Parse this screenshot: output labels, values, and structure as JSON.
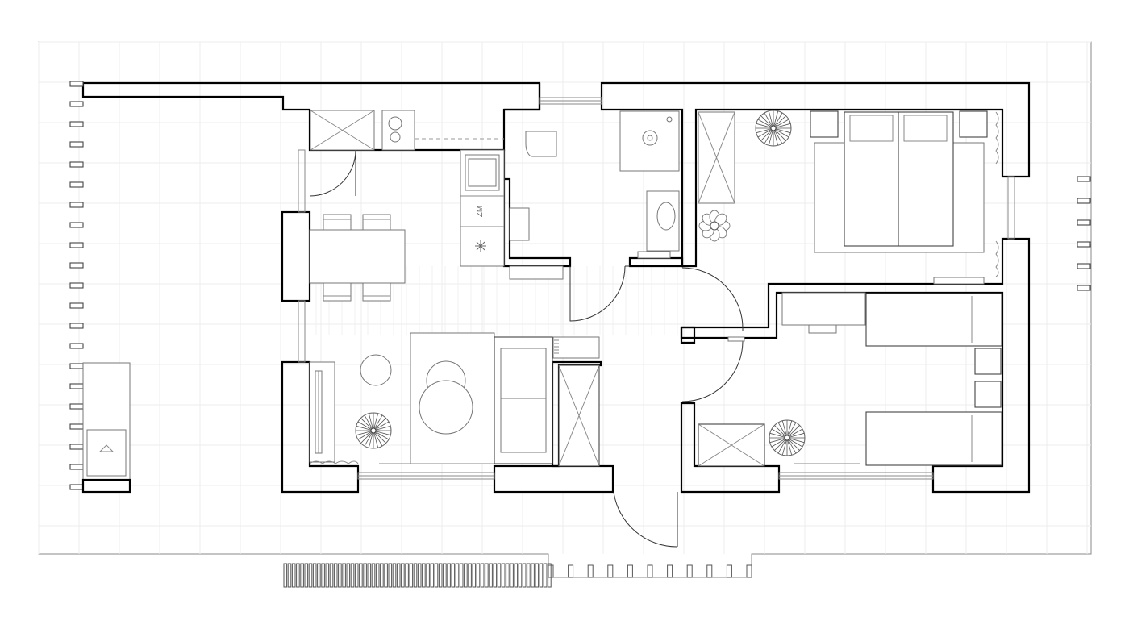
{
  "plan": {
    "fridge_label": "ZM",
    "rooms": [
      "kitchen",
      "bathroom",
      "living-room",
      "bedroom-double",
      "bedroom-twin",
      "hallway"
    ]
  },
  "colors": {
    "wall": "#000000",
    "furniture": "#777777",
    "background": "#ffffff"
  }
}
